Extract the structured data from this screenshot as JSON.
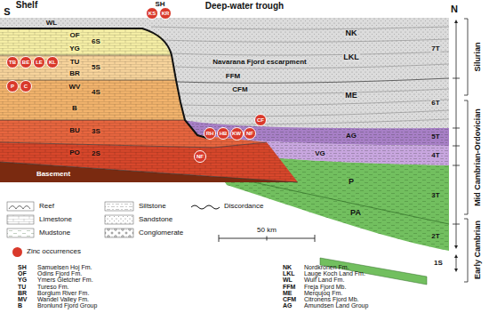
{
  "diagram": {
    "nodes": [
      {
        "text": [
          "KS"
        ]
      },
      {
        "text": [
          "KR"
        ]
      },
      {
        "text": [
          "TB"
        ]
      },
      {
        "text": [
          "BE"
        ]
      },
      {
        "text": [
          "LE"
        ]
      },
      {
        "text": [
          "KL"
        ]
      },
      {
        "text": [
          "P"
        ]
      },
      {
        "text": [
          "C"
        ]
      },
      {
        "text": [
          "CF"
        ]
      },
      {
        "text": [
          "RH"
        ]
      },
      {
        "text": [
          "HB"
        ]
      },
      {
        "text": [
          "KW"
        ]
      },
      {
        "text": [
          "NF"
        ]
      },
      {
        "text": [
          "NF"
        ]
      }
    ],
    "labels": [
      "S",
      "Shelf",
      "SH",
      "Deep-water trough",
      "N",
      "WL",
      "OF",
      "6S",
      "YG",
      "TU",
      "5S",
      "BR",
      "WV",
      "4S",
      "B",
      "BU",
      "3S",
      "PO",
      "2S",
      "Basement",
      "Navarana Fjord escarpment",
      "FFM",
      "CFM",
      "NK",
      "LKL",
      "ME",
      "AG",
      "VG",
      "P",
      "PA",
      "1S",
      "7T",
      "6T",
      "5T",
      "4T",
      "3T",
      "2T",
      "Silurian",
      "Mid Cambrian-Ordovician",
      "Early Cambrian",
      "50 km",
      "SH",
      "Samuelsen Hoj Fm.",
      "OF",
      "Odins Fjord Fm.",
      "YG",
      "Ymers Gletcher Fm.",
      "TU",
      "Tureso Fm.",
      "BR",
      "Borglum River Fm.",
      "MV",
      "Wandel Valley Fm.",
      "B",
      "Bronlund Fjord Group",
      "NK",
      "Nordkronen Fm.",
      "LKL",
      "Lauge Koch Land Fm.",
      "WL",
      "Wulf Land Fm.",
      "FFM",
      "Freja Fjord Mb.",
      "ME",
      "Merqujoq Fm.",
      "CFM",
      "Citronens Fjord Mb.",
      "AG",
      "Amundsen Land Group"
    ],
    "legend": [
      {
        "text": "Reef"
      },
      {
        "text": "Limestone"
      },
      {
        "text": "Mudstone"
      },
      {
        "text": "Siltstone"
      },
      {
        "text": "Sandstone"
      },
      {
        "text": "Conglomerate"
      },
      {
        "text": "Discordance"
      },
      {
        "text": "Zinc occurrences",
        "color": "#d9392b"
      }
    ]
  }
}
